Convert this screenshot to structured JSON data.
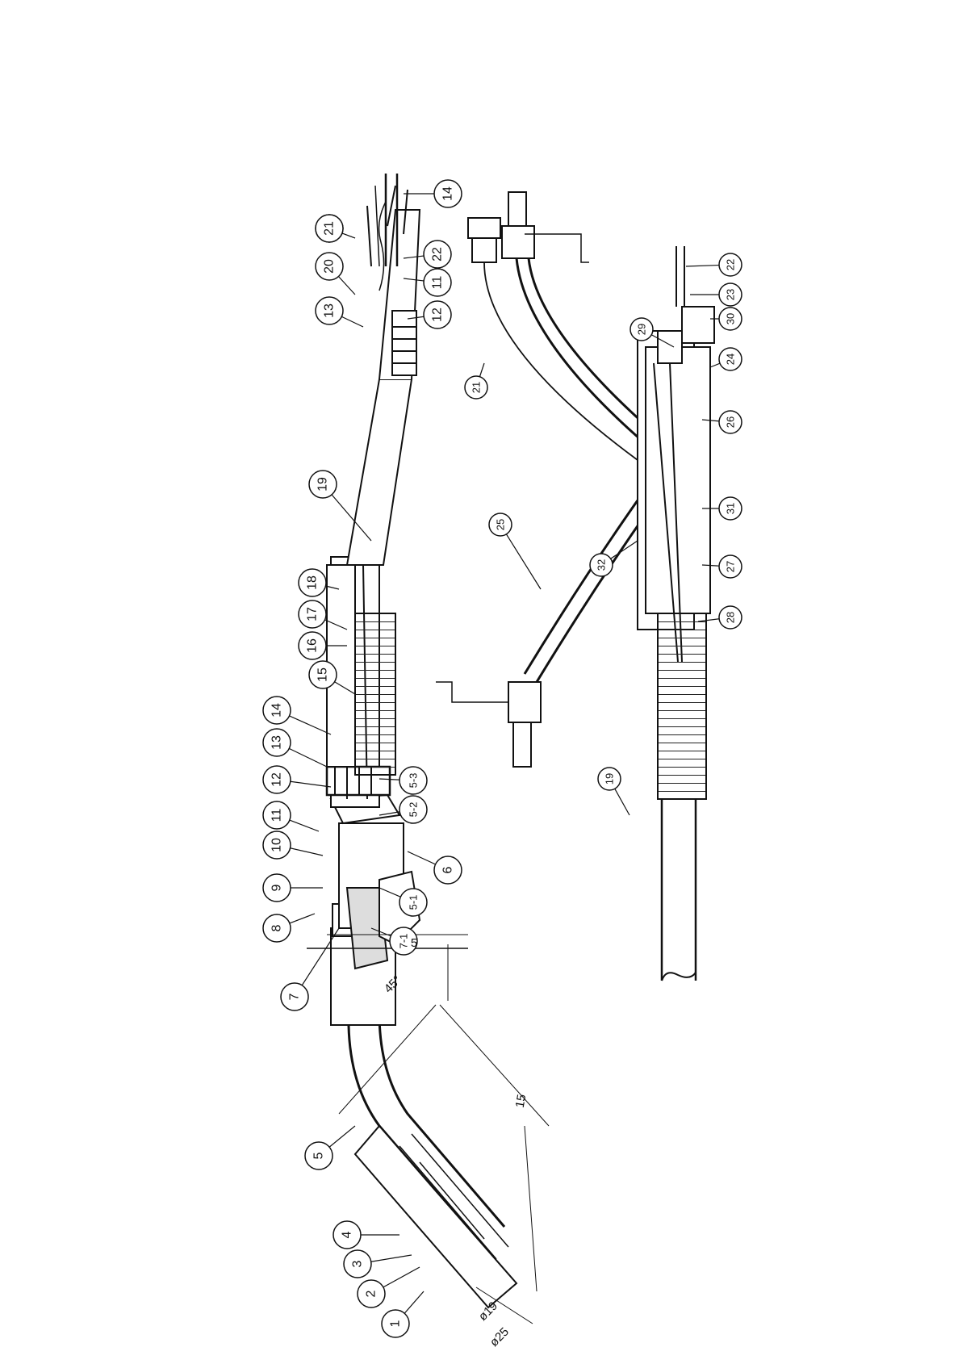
{
  "labels_main": [
    "1",
    "2",
    "3",
    "4",
    "5",
    "7",
    "8",
    "9",
    "10",
    "11",
    "12",
    "13",
    "14",
    "15",
    "16",
    "17",
    "18",
    "19",
    "20",
    "21",
    "22",
    "6",
    "5-1",
    "7-1",
    "5-2",
    "5-3",
    "11",
    "12",
    "13",
    "14",
    "21"
  ],
  "labels_connector": [
    "21",
    "25",
    "29",
    "30",
    "24",
    "26",
    "31",
    "27",
    "32",
    "28",
    "19",
    "22",
    "23"
  ],
  "dimensions": [
    "5",
    "45°",
    "15",
    "ø19",
    "ø25"
  ]
}
